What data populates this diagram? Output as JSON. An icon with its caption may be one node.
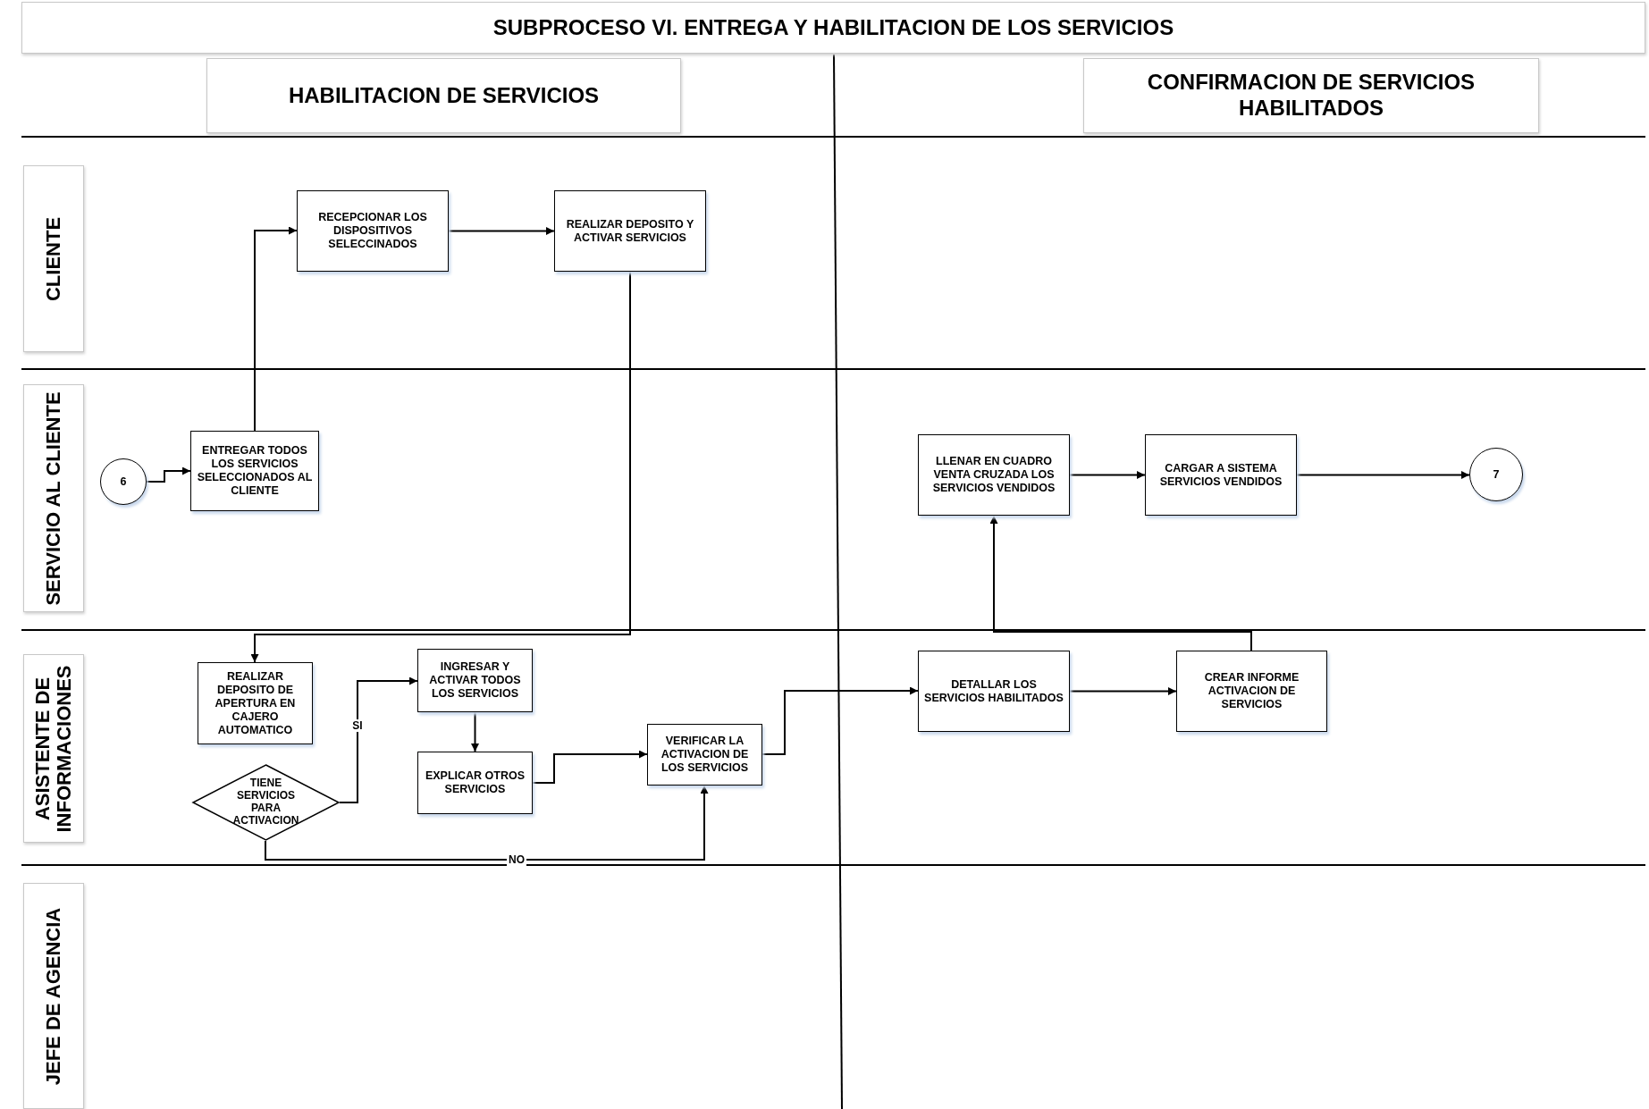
{
  "diagram": {
    "title": "SUBPROCESO VI. ENTREGA Y HABILITACION DE LOS SERVICIOS",
    "nodes": [
      {
        "text": [
          "HABILITACION DE SERVICIOS"
        ]
      },
      {
        "text": [
          "CONFIRMACION DE SERVICIOS HABILITADOS"
        ]
      },
      {
        "text": [
          "CLIENTE"
        ]
      },
      {
        "text": [
          "SERVICIO AL CLIENTE"
        ]
      },
      {
        "text": [
          "ASISTENTE DE INFORMACIONES"
        ]
      },
      {
        "text": [
          "JEFE DE AGENCIA"
        ]
      },
      {
        "text": [
          "RECEPCIONAR LOS DISPOSITIVOS SELECCINADOS"
        ]
      },
      {
        "text": [
          "REALIZAR DEPOSITO Y ACTIVAR SERVICIOS"
        ]
      },
      {
        "text": [
          "6"
        ]
      },
      {
        "text": [
          "ENTREGAR TODOS LOS SERVICIOS SELECCIONADOS AL CLIENTE"
        ]
      },
      {
        "text": [
          "LLENAR EN CUADRO VENTA CRUZADA LOS SERVICIOS VENDIDOS"
        ]
      },
      {
        "text": [
          "CARGAR A SISTEMA SERVICIOS VENDIDOS"
        ]
      },
      {
        "text": [
          "7"
        ]
      },
      {
        "text": [
          "REALIZAR DEPOSITO DE APERTURA EN CAJERO AUTOMATICO"
        ]
      },
      {
        "text": [
          "INGRESAR Y ACTIVAR TODOS LOS SERVICIOS"
        ]
      },
      {
        "text": [
          "VERIFICAR LA ACTIVACION DE LOS SERVICIOS"
        ]
      },
      {
        "text": [
          "TIENE SERVICIOS PARA ACTIVACION"
        ]
      },
      {
        "text": [
          "EXPLICAR OTROS SERVICIOS"
        ]
      },
      {
        "text": [
          "DETALLAR LOS SERVICIOS HABILITADOS"
        ]
      },
      {
        "text": [
          "CREAR INFORME ACTIVACION DE SERVICIOS"
        ]
      }
    ],
    "edges": [
      {
        "from": 8,
        "to": 9,
        "arrow": "to"
      },
      {
        "from": 9,
        "to": 6,
        "arrow": "to"
      },
      {
        "from": 6,
        "to": 7,
        "arrow": "to"
      },
      {
        "from": 7,
        "to": 13,
        "arrow": "to"
      },
      {
        "from": 16,
        "to": 14,
        "arrow": "to",
        "label": "SI"
      },
      {
        "from": 14,
        "to": 17,
        "arrow": "to"
      },
      {
        "from": 17,
        "to": 15,
        "arrow": "to"
      },
      {
        "from": 16,
        "to": 15,
        "arrow": "to",
        "label": "NO"
      },
      {
        "from": 15,
        "to": 18,
        "arrow": "to"
      },
      {
        "from": 18,
        "to": 19,
        "arrow": "to"
      },
      {
        "from": 19,
        "to": 10,
        "arrow": "to"
      },
      {
        "from": 10,
        "to": 11,
        "arrow": "to"
      },
      {
        "from": 11,
        "to": 12,
        "arrow": "to"
      }
    ]
  }
}
